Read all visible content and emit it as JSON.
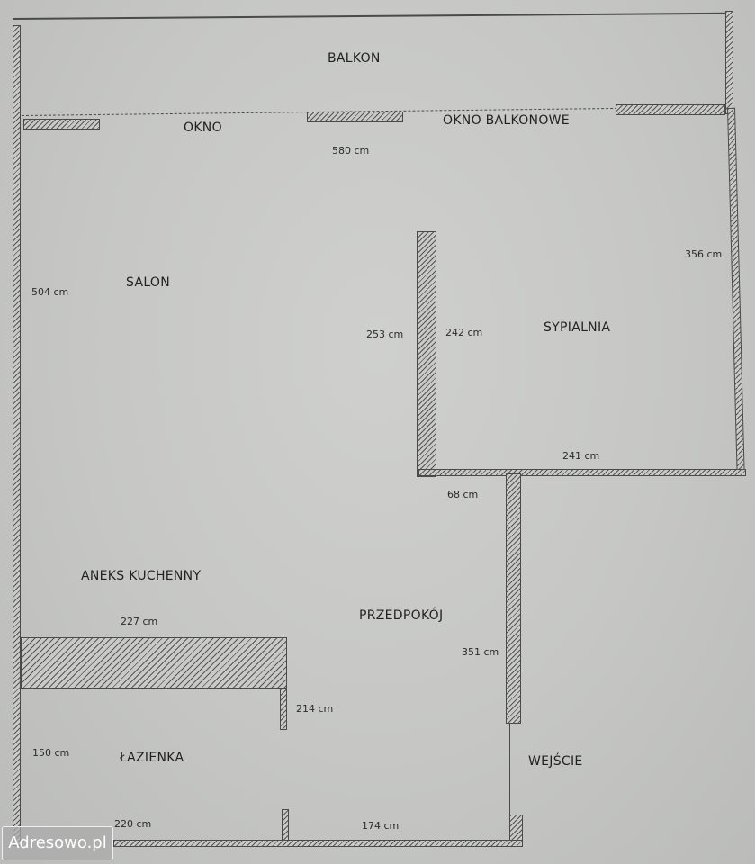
{
  "rooms": {
    "balkon": "BALKON",
    "salon": "SALON",
    "sypialnia": "SYPIALNIA",
    "aneks_kuchenny": "ANEKS KUCHENNY",
    "przedpokoj": "PRZEDPOKÓJ",
    "lazienka": "ŁAZIENKA",
    "wejscie": "WEJŚCIE"
  },
  "openings": {
    "okno": "OKNO",
    "okno_balkonowe": "OKNO BALKONOWE"
  },
  "dimensions": {
    "salon_width": "580 cm",
    "salon_height": "504 cm",
    "sypialnia_height_right": "356 cm",
    "sypialnia_wall_outer": "253 cm",
    "sypialnia_wall_inner": "242 cm",
    "sypialnia_bottom": "241 cm",
    "passage": "68 cm",
    "przedpokoj_wall": "351 cm",
    "aneks_width": "227 cm",
    "lazienka_wall": "214 cm",
    "lazienka_height": "150 cm",
    "lazienka_width": "220 cm",
    "przedpokoj_bottom": "174 cm"
  },
  "watermark": "Adresowo.pl"
}
